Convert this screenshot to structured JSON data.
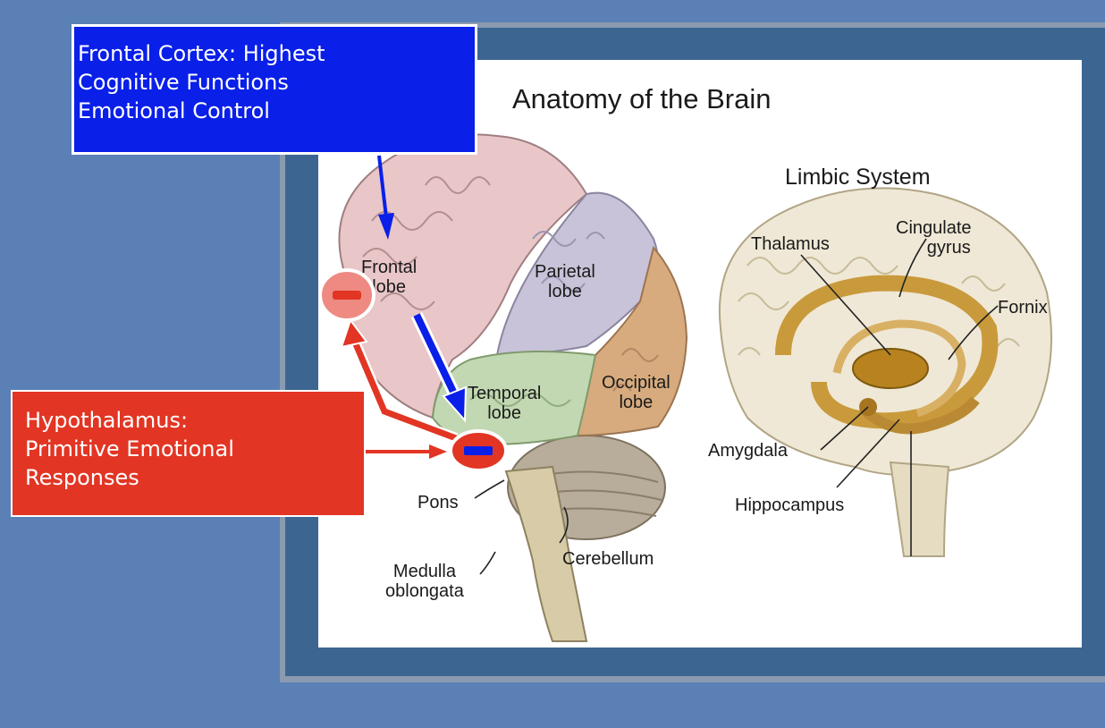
{
  "diagram": {
    "title": "Anatomy of the Brain",
    "limbic_title": "Limbic System",
    "brain_labels": {
      "frontal": [
        "Frontal",
        "lobe"
      ],
      "parietal": [
        "Parietal",
        "lobe"
      ],
      "temporal": [
        "Temporal",
        "lobe"
      ],
      "occipital": [
        "Occipital",
        "lobe"
      ],
      "pons": "Pons",
      "medulla": [
        "Medulla",
        "oblongata"
      ],
      "cerebellum": "Cerebellum"
    },
    "limbic_labels": {
      "thalamus": "Thalamus",
      "cingulate": [
        "Cingulate",
        "gyrus"
      ],
      "fornix": "Fornix",
      "amygdala": "Amygdala",
      "hippocampus": "Hippocampus"
    }
  },
  "callouts": {
    "frontal_cortex": {
      "lines": [
        "Frontal Cortex: Highest",
        "Cognitive Functions",
        "Emotional Control"
      ],
      "color": "#0a1fe8"
    },
    "hypothalamus": {
      "lines": [
        "Hypothalamus:",
        "Primitive Emotional",
        "Responses"
      ],
      "color": "#e23524"
    }
  },
  "markers": {
    "frontal_marker": "minus",
    "hypothalamus_marker": "minus"
  }
}
